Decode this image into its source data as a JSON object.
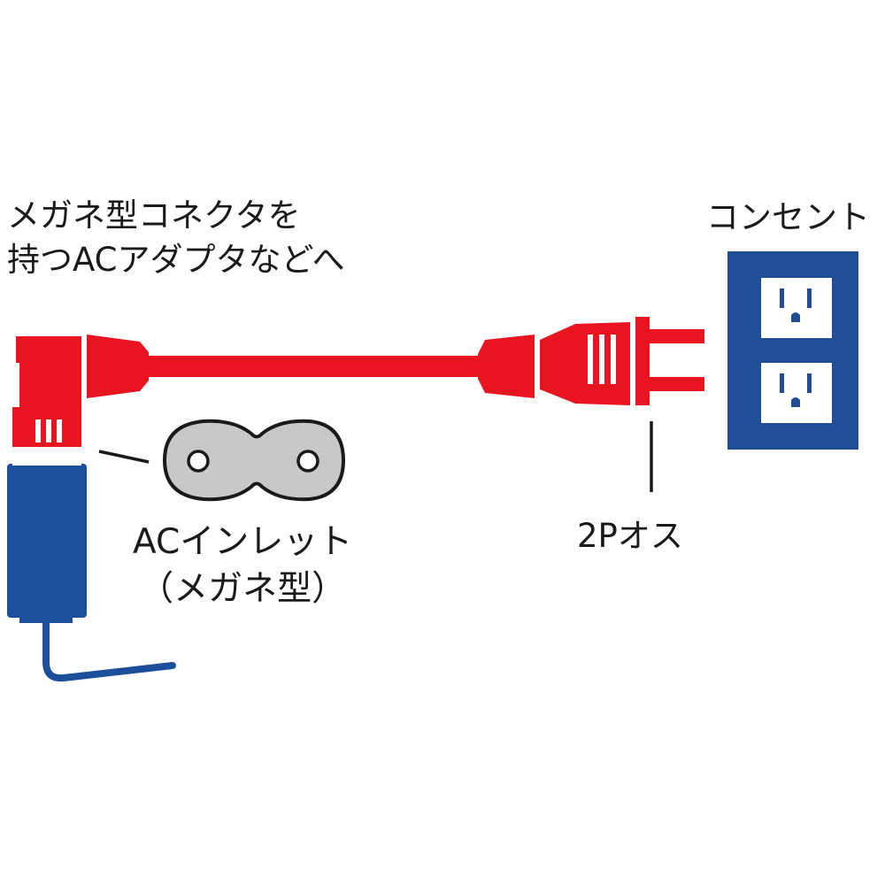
{
  "labels": {
    "destination_line1": "メガネ型コネクタを",
    "destination_line2": "持つACアダプタなどへ",
    "outlet": "コンセント",
    "inlet_line1": "ACインレット",
    "inlet_line2": "（メガネ型）",
    "plug": "2Pオス"
  },
  "colors": {
    "cable_red": "#e8141f",
    "adapter_blue": "#1b4f9c",
    "outlet_blue": "#1f4e96",
    "socket_face": "#ffffff",
    "inlet_grey": "#c8c8c8",
    "line_black": "#1a1a1a"
  }
}
